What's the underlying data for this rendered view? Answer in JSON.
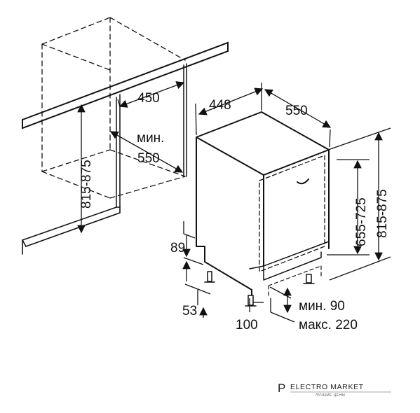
{
  "dimensions": {
    "cabinet_height": "815-875",
    "niche_width": "450",
    "niche_depth_label": "мин.",
    "niche_depth_value": "550",
    "appliance_width": "448",
    "appliance_depth": "550",
    "door_height": "655-725",
    "appliance_height": "815-875",
    "plinth_height": "89",
    "foot_height": "53",
    "foot_offset": "100",
    "plinth_gap_min": "мин. 90",
    "plinth_gap_max": "макс. 220"
  },
  "watermark": {
    "letter": "P",
    "brand": "ELECTRO MARKET",
    "tagline": "ЛУЧШИЕ ЦЕНЫ"
  }
}
